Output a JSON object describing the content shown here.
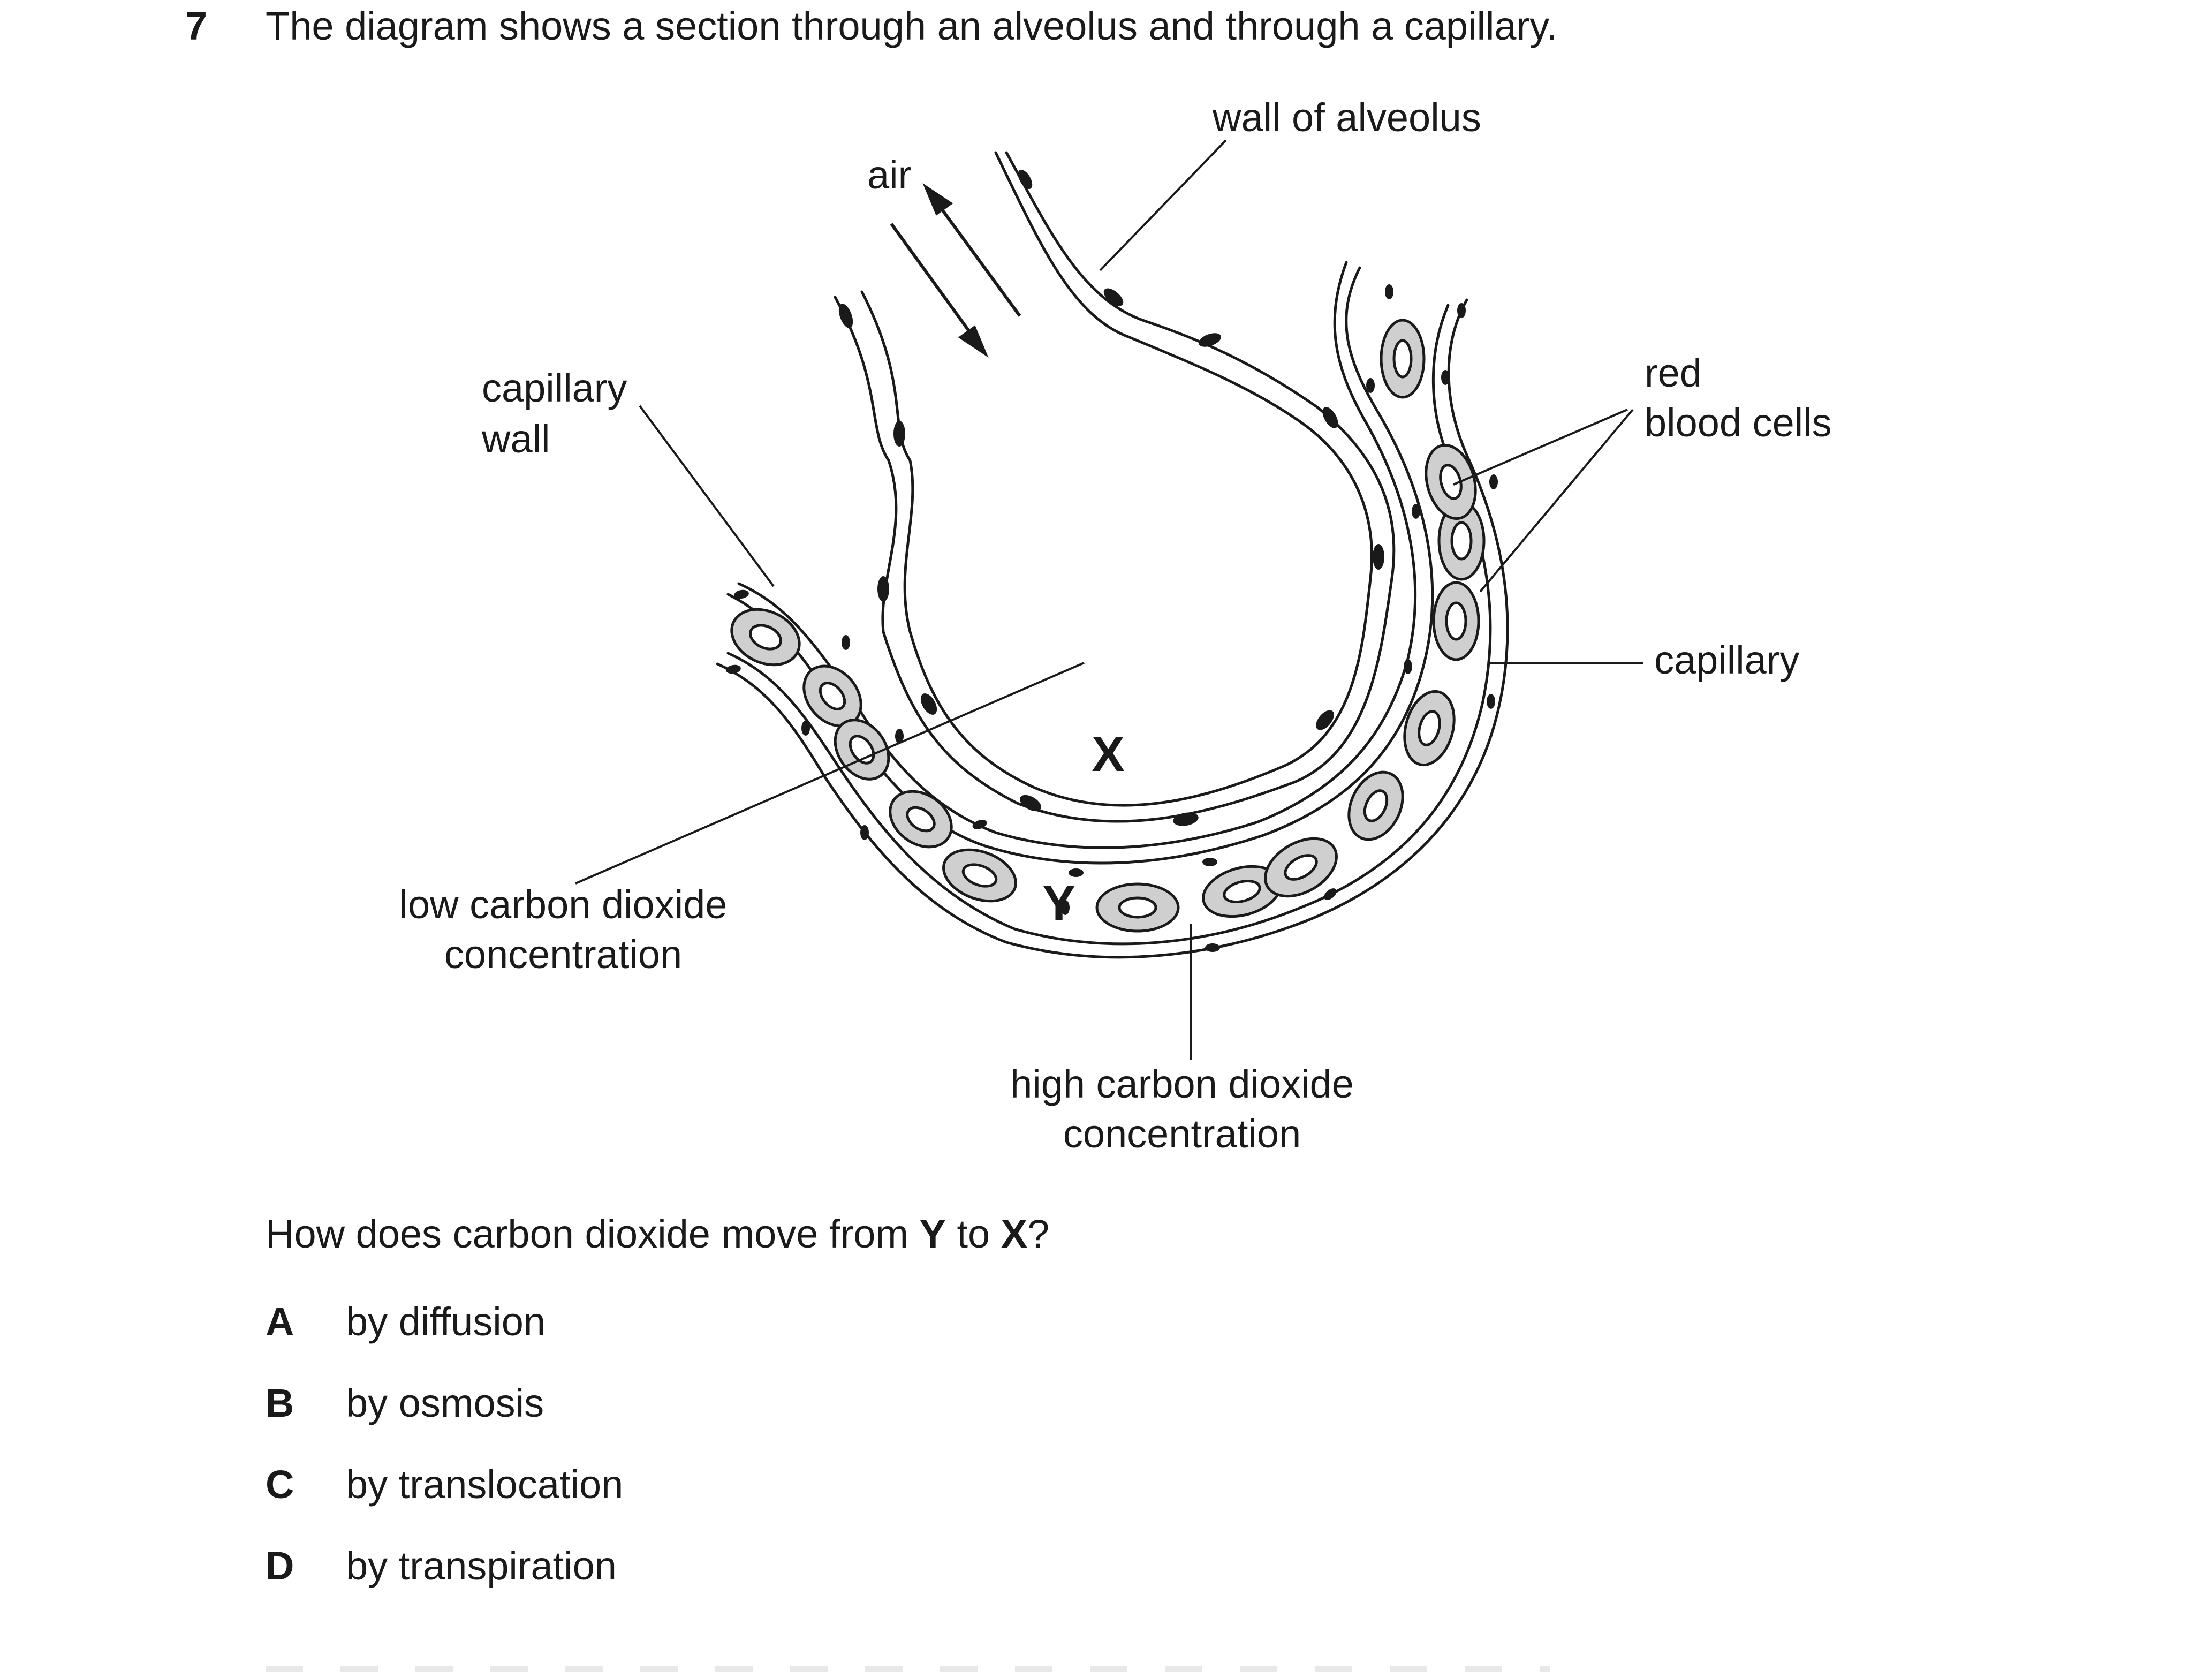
{
  "question": {
    "number": "7",
    "stem": "The diagram shows a section through an alveolus and through a capillary.",
    "ask_prefix": "How does carbon dioxide move from ",
    "ask_y": "Y",
    "ask_mid": " to ",
    "ask_x": "X",
    "ask_suffix": "?"
  },
  "diagram": {
    "labels": {
      "air": "air",
      "wall_of_alveolus": "wall of alveolus",
      "capillary_wall_1": "capillary",
      "capillary_wall_2": "wall",
      "red_blood_cells_1": "red",
      "red_blood_cells_2": "blood cells",
      "capillary": "capillary",
      "low_co2_1": "low carbon dioxide",
      "low_co2_2": "concentration",
      "high_co2_1": "high carbon dioxide",
      "high_co2_2": "concentration",
      "x": "X",
      "y": "Y"
    }
  },
  "options": [
    {
      "letter": "A",
      "text": "by diffusion"
    },
    {
      "letter": "B",
      "text": "by osmosis"
    },
    {
      "letter": "C",
      "text": "by translocation"
    },
    {
      "letter": "D",
      "text": "by transpiration"
    }
  ],
  "colors": {
    "ink": "#1a1a1a",
    "cell_fill": "#cfcfcf"
  }
}
